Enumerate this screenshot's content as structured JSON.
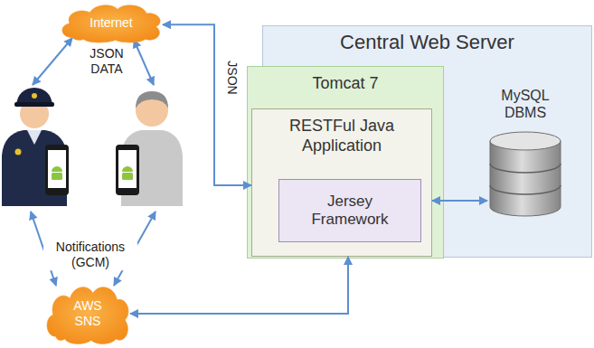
{
  "diagram": {
    "nodes": [
      {
        "text": [
          "Internet"
        ]
      },
      {
        "text": [
          "Central Web Server"
        ]
      },
      {
        "text": [
          "Tomcat 7"
        ],
        "in": 1
      },
      {
        "text": [
          "RESTFul Java Application"
        ],
        "in": 2
      },
      {
        "text": [
          "Jersey Framework"
        ],
        "in": 3
      },
      {
        "text": [
          "MySQL DBMS"
        ],
        "in": 1
      },
      {
        "text": [
          "AWS SNS"
        ]
      }
    ],
    "edges": [
      {
        "from": 0,
        "to": 3,
        "arrow": "both",
        "label": "JSON"
      },
      {
        "from": 3,
        "to": 5,
        "arrow": "both"
      },
      {
        "from": 6,
        "to": 3,
        "arrow": "both"
      }
    ],
    "labels": [
      "JSON DATA",
      "Notifications (GCM)"
    ]
  }
}
